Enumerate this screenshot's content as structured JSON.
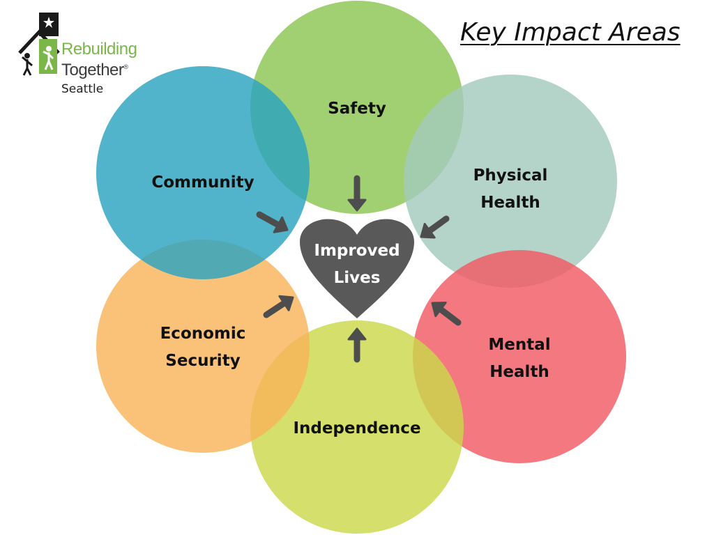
{
  "title": "Key Impact Areas",
  "logo": {
    "line1": "Rebuilding",
    "line2": "Together",
    "mark": "®",
    "city": "Seattle",
    "icon": "house-with-star-and-people-icon"
  },
  "center": {
    "line1": "Improved",
    "line2": "Lives",
    "color": "#595959"
  },
  "areas": [
    {
      "key": "safety",
      "line1": "Safety",
      "line2": "",
      "color": "#8cc653"
    },
    {
      "key": "physical-health",
      "line1": "Physical",
      "line2": "Health",
      "color": "#a3cbbd"
    },
    {
      "key": "mental-health",
      "line1": "Mental",
      "line2": "Health",
      "color": "#f15a64"
    },
    {
      "key": "independence",
      "line1": "Independence",
      "line2": "",
      "color": "#cbd84c"
    },
    {
      "key": "economic-security",
      "line1": "Economic",
      "line2": "Security",
      "color": "#f9b55a"
    },
    {
      "key": "community",
      "line1": "Community",
      "line2": "",
      "color": "#2ba3bf"
    }
  ],
  "arrow_color": "#4d4d4d"
}
